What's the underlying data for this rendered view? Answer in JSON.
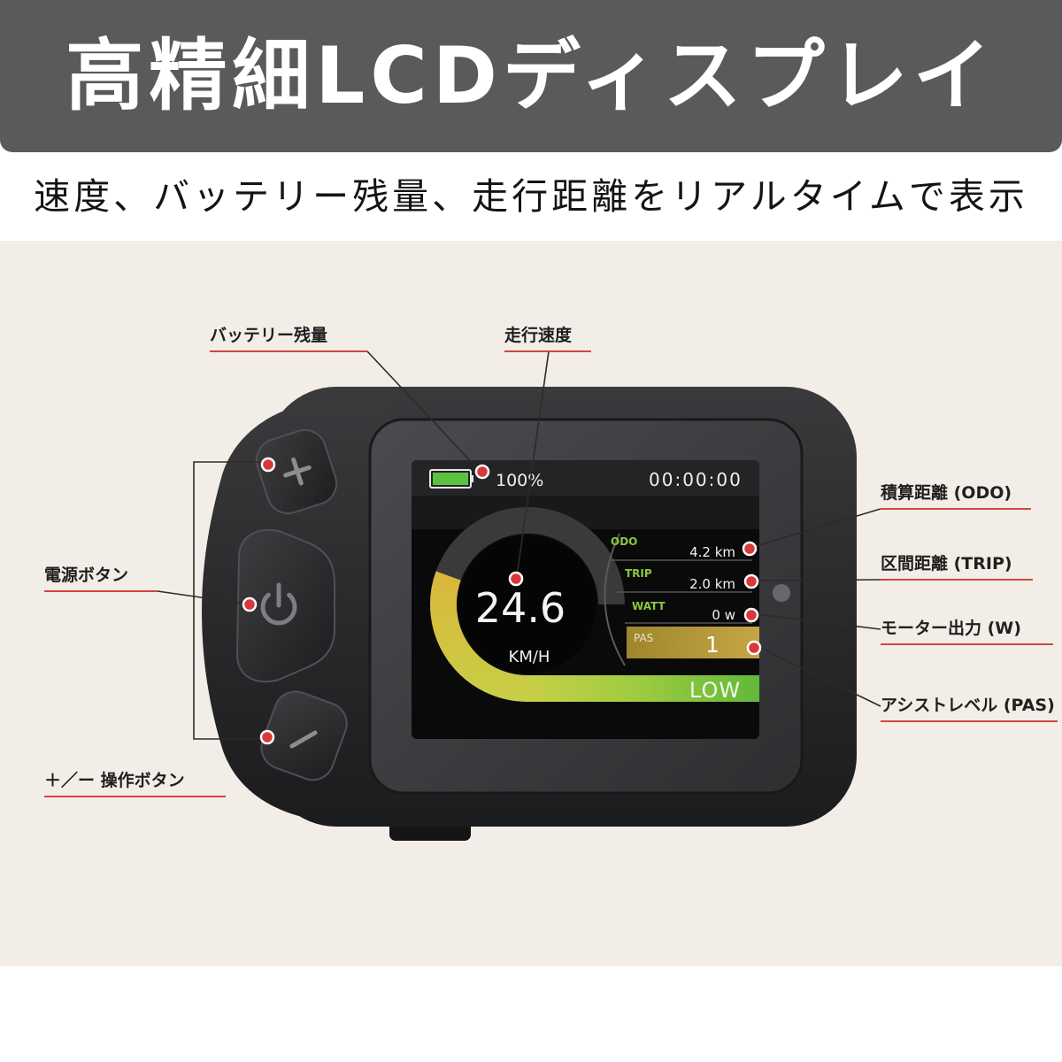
{
  "banner": {
    "title": "高精細LCDディスプレイ"
  },
  "subtitle": "速度、バッテリー残量、走行距離をリアルタイムで表示",
  "callouts": {
    "battery": "バッテリー残量",
    "speed": "走行速度",
    "odo": "積算距離 (ODO)",
    "trip": "区間距離 (TRIP)",
    "watt": "モーター出力 (W)",
    "pas": "アシストレベル (PAS)",
    "power_button": "電源ボタン",
    "plus_minus_buttons": "＋／ー 操作ボタン"
  },
  "lcd": {
    "battery_percent": "100%",
    "battery_level": 1.0,
    "clock": "00:00:00",
    "speed": "24.6",
    "speed_unit": "KM/H",
    "odo": {
      "label": "ODO",
      "value": "4.2 km"
    },
    "trip": {
      "label": "TRIP",
      "value": "2.0 km"
    },
    "watt": {
      "label": "WATT",
      "value": "0 w"
    },
    "pas": {
      "label": "PAS",
      "value": "1"
    },
    "mode": "LOW"
  },
  "icons": {
    "plus": "plus-icon",
    "power": "power-icon",
    "minus": "minus-icon",
    "battery": "battery-icon"
  },
  "colors": {
    "banner": "#5a5a5a",
    "background": "#f2eee7",
    "accent": "#d8383a",
    "lcd_label": "#8cc83f",
    "pas_highlight": "#b99c3b"
  }
}
